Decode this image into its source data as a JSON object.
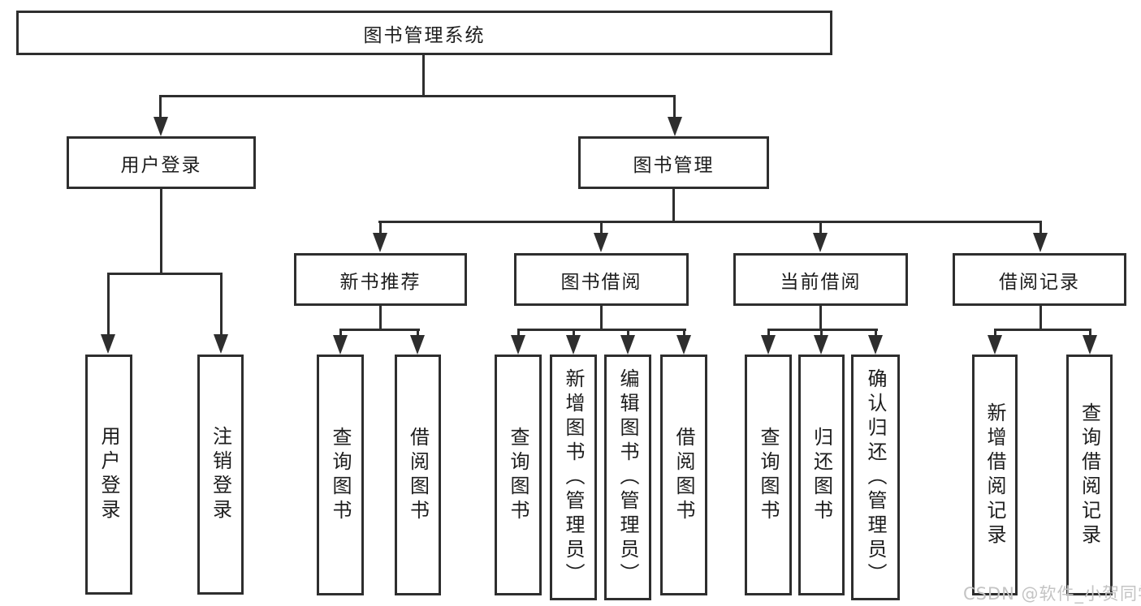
{
  "diagram": {
    "root": {
      "label": "图书管理系统"
    },
    "branches": [
      {
        "label": "用户登录",
        "children": [
          {
            "label": "用户登录"
          },
          {
            "label": "注销登录"
          }
        ]
      },
      {
        "label": "图书管理",
        "children": [
          {
            "label": "新书推荐",
            "children": [
              {
                "label": "查询图书"
              },
              {
                "label": "借阅图书"
              }
            ]
          },
          {
            "label": "图书借阅",
            "children": [
              {
                "label": "查询图书"
              },
              {
                "label": "新增图书（管理员）"
              },
              {
                "label": "编辑图书（管理员）"
              },
              {
                "label": "借阅图书"
              }
            ]
          },
          {
            "label": "当前借阅",
            "children": [
              {
                "label": "查询图书"
              },
              {
                "label": "归还图书"
              },
              {
                "label": "确认归还（管理员）"
              }
            ]
          },
          {
            "label": "借阅记录",
            "children": [
              {
                "label": "新增借阅记录"
              },
              {
                "label": "查询借阅记录"
              }
            ]
          }
        ]
      }
    ]
  },
  "watermark": {
    "text": "CSDN @软件_小贺同学"
  },
  "colors": {
    "line": "#2e2e2e",
    "text": "#1d1d1d",
    "watermark": "#c4c4c4",
    "background": "#ffffff"
  }
}
